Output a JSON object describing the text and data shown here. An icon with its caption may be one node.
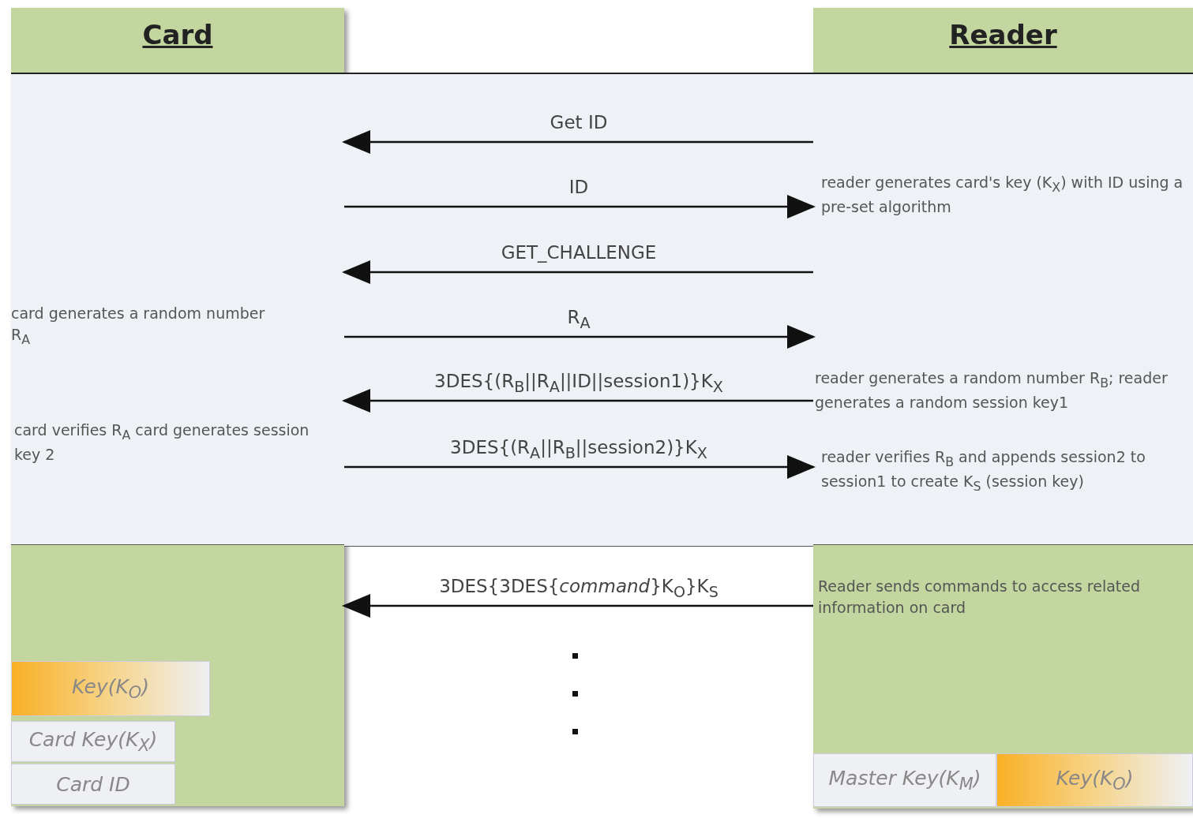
{
  "diagram": {
    "nodes": [
      {
        "text": [
          "Card"
        ]
      },
      {
        "text": [
          "Reader"
        ]
      },
      {
        "text": [
          "*Key(K$_{O}$)*"
        ],
        "in": 0
      },
      {
        "text": [
          "*Card Key(K$_{X}$)*"
        ],
        "in": 0
      },
      {
        "text": [
          "*Card ID*"
        ],
        "in": 0
      },
      {
        "text": [
          "*Master Key(K$_{M}$)*"
        ],
        "in": 1
      },
      {
        "text": [
          "*Key(K$_{O}$)*"
        ],
        "in": 1
      }
    ],
    "edges": [
      {
        "from": 1,
        "to": 0,
        "arrow": "to",
        "label": "Get ID"
      },
      {
        "from": 0,
        "to": 1,
        "arrow": "to",
        "label": "ID"
      },
      {
        "from": 1,
        "to": 0,
        "arrow": "to",
        "label": "GET_CHALLENGE"
      },
      {
        "from": 0,
        "to": 1,
        "arrow": "to",
        "label": "R$_{A}$"
      },
      {
        "from": 1,
        "to": 0,
        "arrow": "to",
        "label": "3DES{(R$_{B}$||R$_{A}$||ID||session1)}K$_{X}$"
      },
      {
        "from": 0,
        "to": 1,
        "arrow": "to",
        "label": "3DES{(R$_{A}$||R$_{B}$||session2)}K$_{X}$"
      },
      {
        "from": 1,
        "to": 0,
        "arrow": "to",
        "label": "3DES{3DES{*command*}K$_{O}$}K$_{S}$"
      }
    ],
    "labels": [
      "reader generates card's key (K$_{X}$) with ID using a pre-set algorithm",
      "card generates a random number R$_{A}$",
      "reader generates a random number R$_{B}$; reader generates a random session key1",
      "card verifies R$_{A}$ card generates session key 2",
      "reader verifies R$_{B}$ and appends session2 to session1 to create K$_{S}$ (session key)",
      "Reader sends commands to access related information on card"
    ]
  }
}
